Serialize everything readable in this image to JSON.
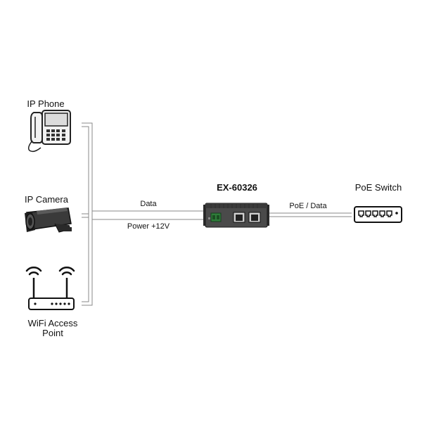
{
  "devices": {
    "ip_phone": {
      "label": "IP Phone"
    },
    "ip_camera": {
      "label": "IP Camera"
    },
    "wifi_ap": {
      "label_line1": "WiFi Access",
      "label_line2": "Point"
    },
    "injector": {
      "label": "EX-60326"
    },
    "poe_switch": {
      "label": "PoE Switch"
    }
  },
  "links": {
    "data": "Data",
    "power": "Power +12V",
    "poe_data": "PoE / Data"
  }
}
